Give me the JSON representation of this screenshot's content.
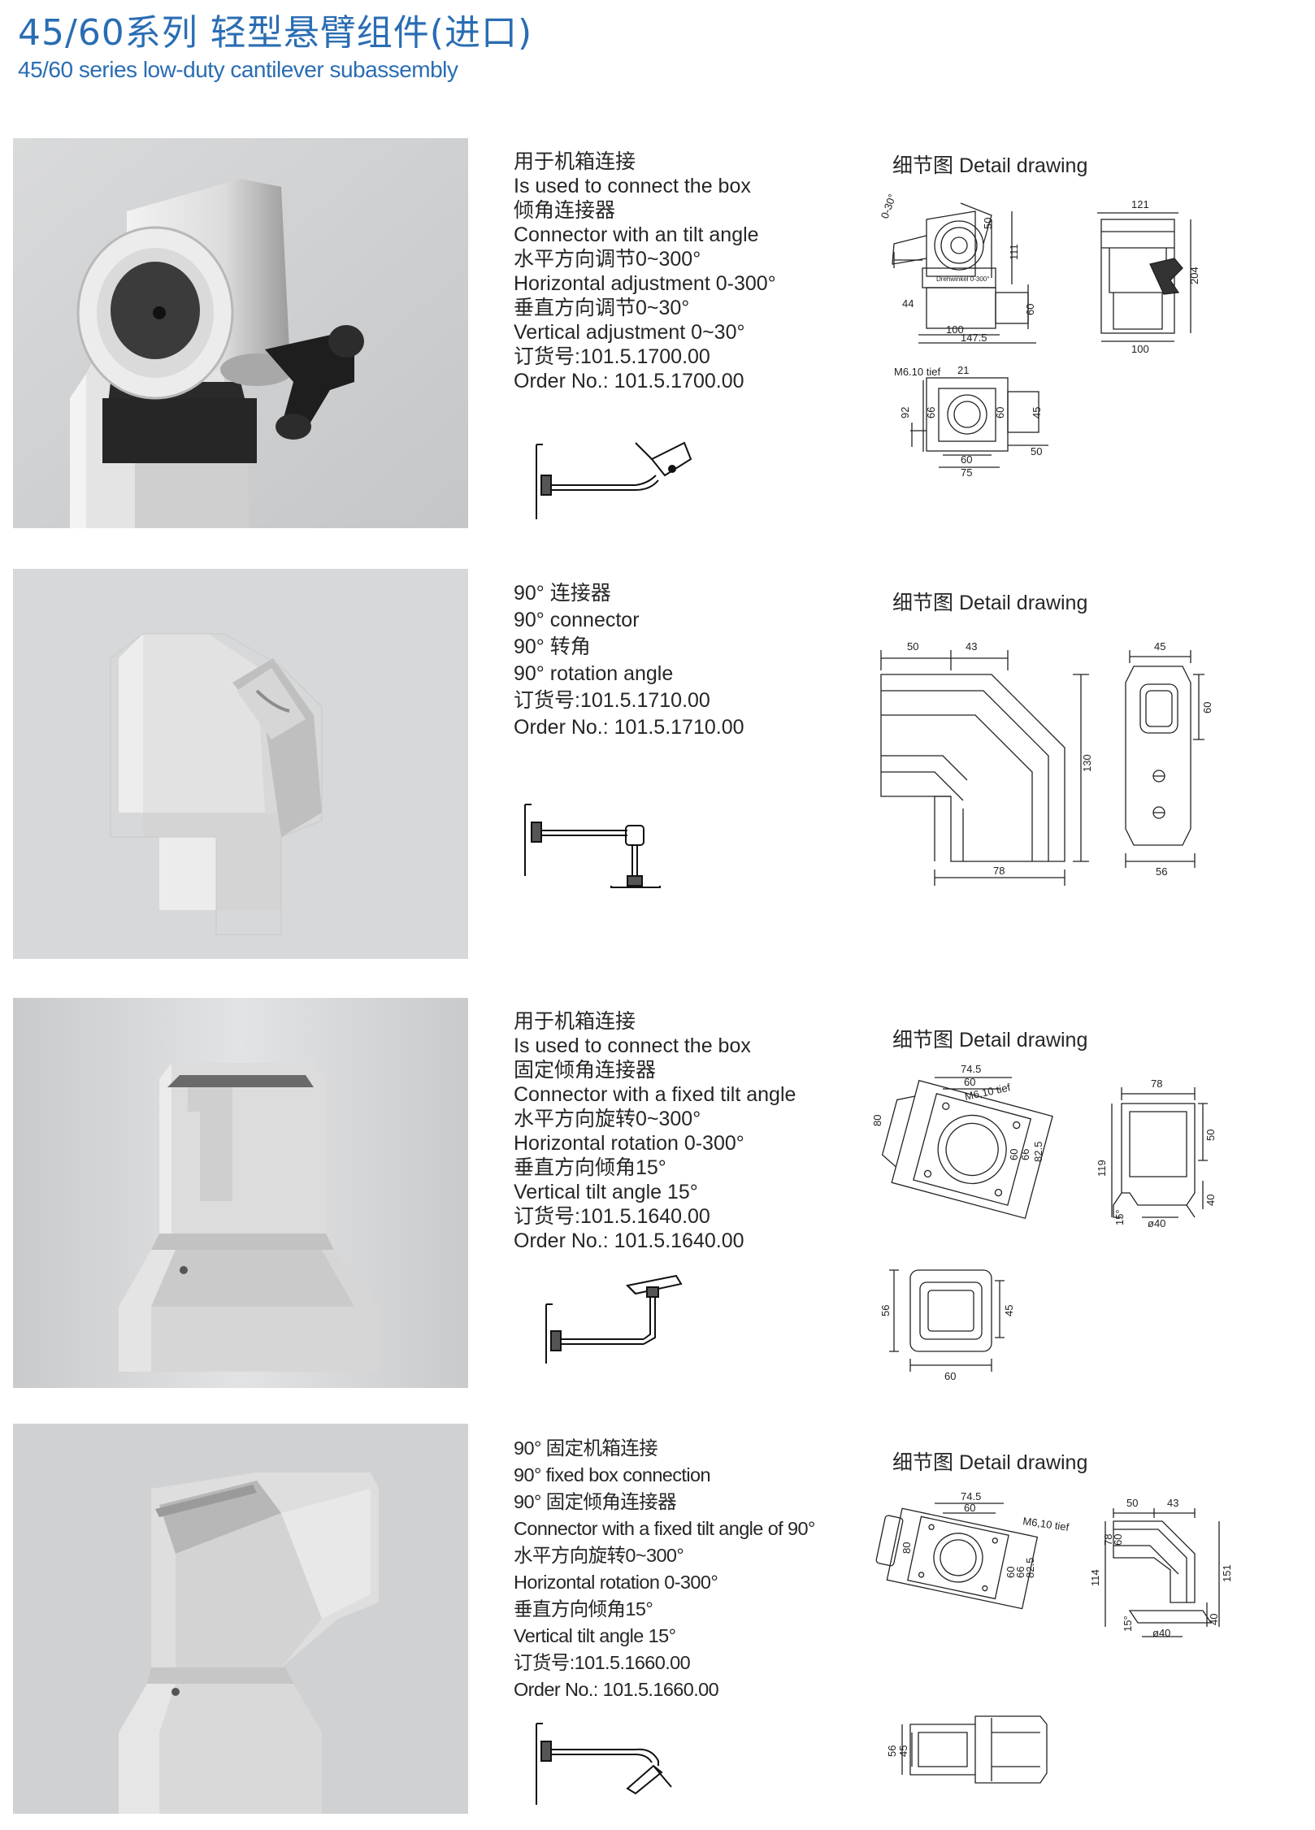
{
  "header": {
    "title_cn": "45/60系列 轻型悬臂组件(进口)",
    "title_en": "45/60 series low-duty cantilever subassembly"
  },
  "colors": {
    "accent": "#2a6db3",
    "text": "#262626",
    "photo_bg": "#cfd1d3"
  },
  "detail_title": "细节图 Detail drawing",
  "products": [
    {
      "lines": [
        "用于机箱连接",
        "Is used to connect the box",
        "倾角连接器",
        "Connector with an tilt angle",
        "水平方向调节0~300°",
        "Horizontal adjustment 0-300°",
        "垂直方向调节0~30°",
        "Vertical adjustment 0~30°",
        "订货号:101.5.1700.00",
        "Order No.: 101.5.1700.00"
      ],
      "dims": {
        "a": "0-30°",
        "b": "50",
        "c": "111",
        "d": "44",
        "e": "60",
        "f": "100",
        "g": "147.5",
        "h": "121",
        "i": "204",
        "j": "100",
        "k": "M6.10 tief",
        "l": "21",
        "m": "92",
        "n": "66",
        "o": "60",
        "p": "45",
        "q": "60",
        "r": "75",
        "s": "50",
        "t": "Drehwinkel 0-300°"
      }
    },
    {
      "lines": [
        "90° 连接器",
        "90°  connector",
        "90° 转角",
        "90°  rotation angle",
        "订货号:101.5.1710.00",
        "Order No.: 101.5.1710.00"
      ],
      "dims": {
        "a": "50",
        "b": "43",
        "c": "130",
        "d": "78",
        "e": "45",
        "f": "60",
        "g": "56"
      }
    },
    {
      "lines": [
        "用于机箱连接",
        "Is used to connect the box",
        "固定倾角连接器",
        "Connector with a fixed tilt angle",
        "水平方向旋转0~300°",
        "Horizontal rotation 0-300°",
        "垂直方向倾角15°",
        "Vertical tilt angle 15°",
        "订货号:101.5.1640.00",
        "Order No.: 101.5.1640.00"
      ],
      "dims": {
        "a": "74.5",
        "b": "60",
        "c": "M6,10 tief",
        "d": "80",
        "e": "60",
        "f": "66",
        "g": "82.5",
        "h": "78",
        "i": "50",
        "j": "119",
        "k": "40",
        "l": "15°",
        "m": "ø40",
        "n": "56",
        "o": "45",
        "p": "60"
      }
    },
    {
      "lines": [
        "90° 固定机箱连接",
        "90°  fixed box connection",
        "90° 固定倾角连接器",
        "Connector with a fixed tilt angle of 90°",
        "水平方向旋转0~300°",
        "Horizontal rotation 0-300°",
        "垂直方向倾角15°",
        "Vertical tilt angle 15°",
        "订货号:101.5.1660.00",
        "Order No.: 101.5.1660.00"
      ],
      "dims": {
        "a": "74.5",
        "b": "60",
        "c": "M6,10 tief",
        "d": "80",
        "e": "60",
        "f": "66",
        "g": "82.5",
        "h": "50",
        "i": "43",
        "j": "78",
        "k": "60",
        "l": "114",
        "m": "151",
        "n": "15°",
        "o": "40",
        "p": "ø40",
        "q": "56",
        "r": "45"
      }
    }
  ]
}
